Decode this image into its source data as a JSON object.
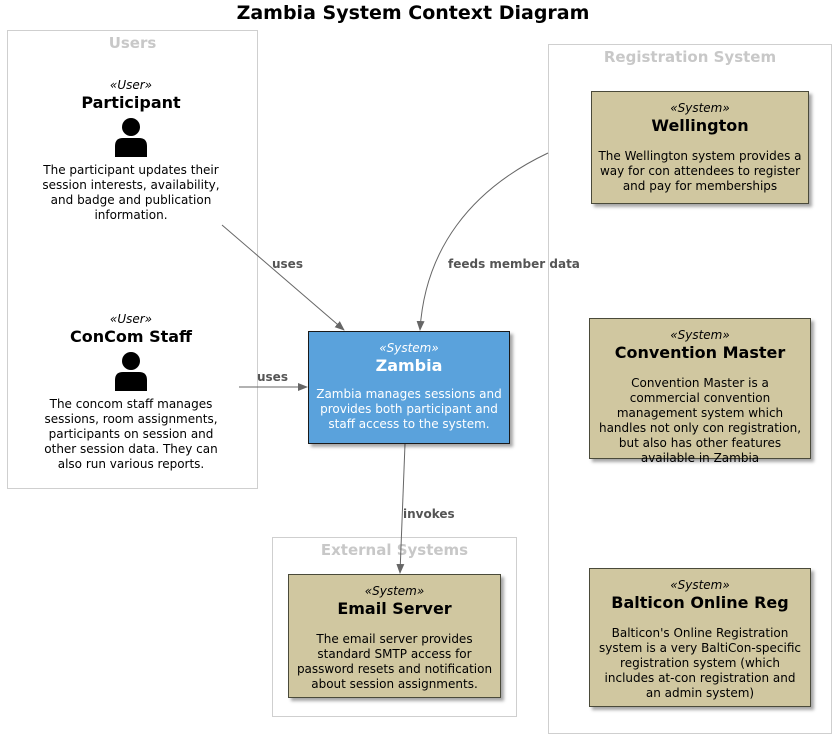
{
  "title": "Zambia System Context Diagram",
  "groups": {
    "users": "Users",
    "registration": "Registration System",
    "external": "External Systems"
  },
  "actors": [
    {
      "stereotype": "«User»",
      "name": "Participant",
      "description": "The participant updates their session interests, availability, and badge and publication information."
    },
    {
      "stereotype": "«User»",
      "name": "ConCom Staff",
      "description": "The concom staff manages sessions, room assignments, participants on session and other session data. They can also run various reports."
    }
  ],
  "systems": {
    "zambia": {
      "stereotype": "«System»",
      "name": "Zambia",
      "description": "Zambia manages sessions and provides both participant and staff access to the system."
    },
    "wellington": {
      "stereotype": "«System»",
      "name": "Wellington",
      "description": "The Wellington system provides a way for con attendees to register and pay for memberships"
    },
    "convention_master": {
      "stereotype": "«System»",
      "name": "Convention Master",
      "description": "Convention Master is a commercial convention management system which handles not only con registration, but also has other features available in Zambia"
    },
    "balticon": {
      "stereotype": "«System»",
      "name": "Balticon Online Reg",
      "description": "Balticon's Online Registration system is a very BaltiCon-specific registration system (which includes at-con registration and an admin system)"
    },
    "email": {
      "stereotype": "«System»",
      "name": "Email Server",
      "description": "The email server provides standard SMTP access for password resets and notification about session assignments."
    }
  },
  "edges": {
    "participant_uses": "uses",
    "staff_uses": "uses",
    "feeds": "feeds member data",
    "invokes": "invokes"
  },
  "colors": {
    "zambia_fill": "#5aa2dc",
    "system_fill": "#d0c7a0",
    "group_border": "#cfcfcf",
    "group_title": "#c8c8c8",
    "edge": "#666666"
  }
}
